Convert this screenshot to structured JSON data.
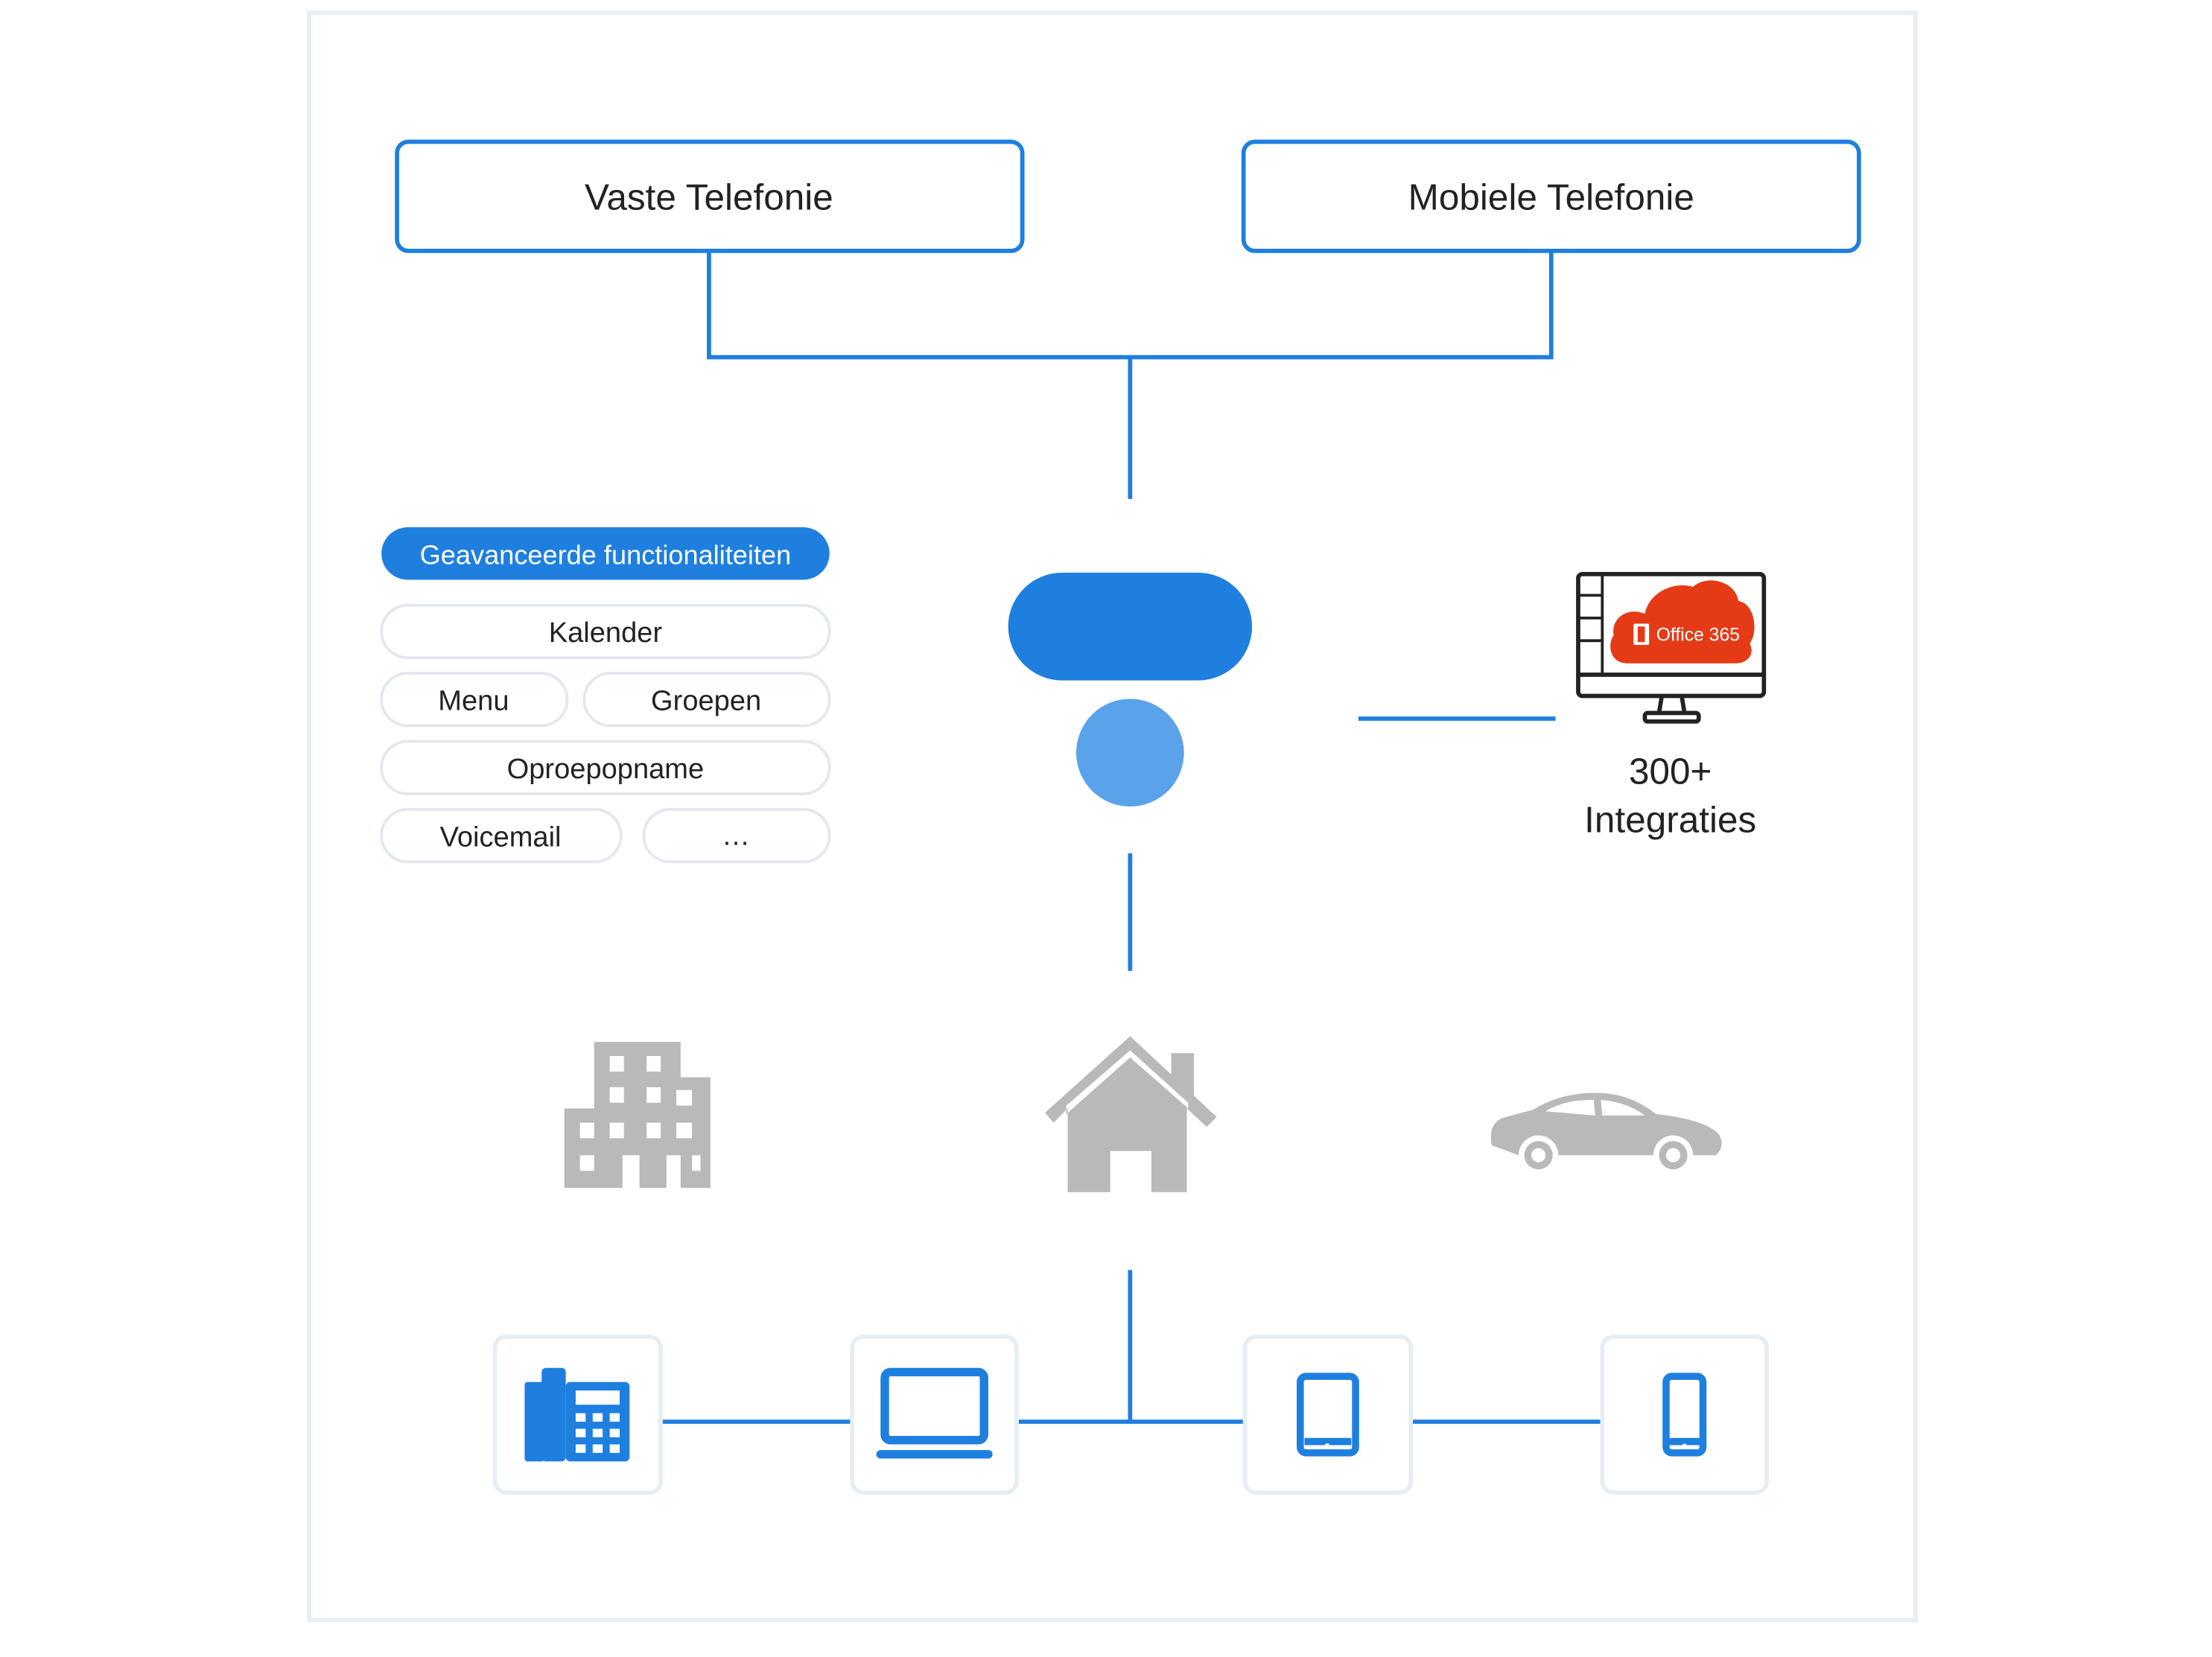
{
  "top_boxes": {
    "fixed": "Vaste Telefonie",
    "mobile": "Mobiele Telefonie"
  },
  "features": {
    "header": "Geavanceerde functionaliteiten",
    "items": {
      "calendar": "Kalender",
      "menu": "Menu",
      "groups": "Groepen",
      "call_recording": "Oproepopname",
      "voicemail": "Voicemail",
      "more": "…"
    }
  },
  "integrations": {
    "line1": "300+",
    "line2": "Integraties",
    "office_logo_text": "Office 365"
  },
  "locations": [
    "office-building-icon",
    "home-icon",
    "car-icon"
  ],
  "devices": [
    "desk-phone-icon",
    "laptop-icon",
    "tablet-icon",
    "smartphone-icon"
  ],
  "colors": {
    "accent": "#1E7FDF",
    "accent_light": "#5AA3EB",
    "office_red": "#E53A16",
    "icon_grey": "#B9B9B9",
    "frame": "#E7EEF4"
  }
}
